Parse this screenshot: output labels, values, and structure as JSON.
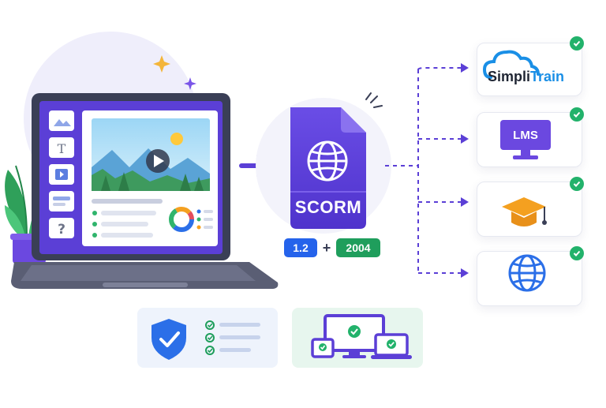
{
  "scorm": {
    "label": "SCORM",
    "versions": [
      "1.2",
      "2004"
    ],
    "plus": "+"
  },
  "targets": [
    {
      "id": "simplitrain",
      "text_dark": "Simpli",
      "text_accent": "Train",
      "icon": "cloud-logo-icon"
    },
    {
      "id": "lms",
      "text": "LMS",
      "icon": "monitor-icon"
    },
    {
      "id": "education",
      "icon": "graduation-cap-icon"
    },
    {
      "id": "web",
      "icon": "globe-icon"
    }
  ],
  "colors": {
    "primary": "#5b3fd6",
    "primary_dark": "#4a2fc4",
    "version_blue": "#2563eb",
    "version_green": "#1f9e5c",
    "check_green": "#22b26b",
    "cloud_blue": "#1a8fe6",
    "cap_orange": "#f4a020",
    "globe_blue": "#2b6fe8"
  },
  "features": [
    {
      "id": "security",
      "icon": "shield-check-icon",
      "bullets": 3
    },
    {
      "id": "devices",
      "icon": "multi-device-icon"
    }
  ]
}
